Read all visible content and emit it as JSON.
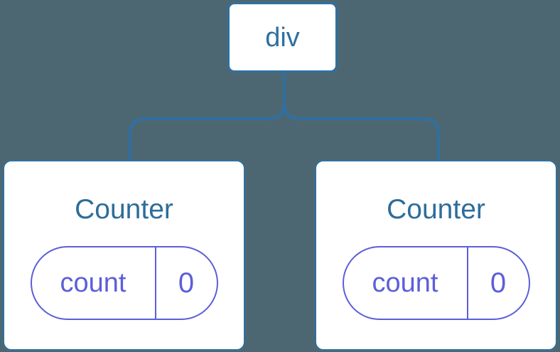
{
  "colors": {
    "background": "#4d6772",
    "node_blue": "#2f70a1",
    "title_blue": "#2d6d9b",
    "state_purple": "#5c5fd8",
    "node_fill": "#ffffff"
  },
  "tree": {
    "root": {
      "label": "div"
    },
    "children": [
      {
        "title": "Counter",
        "state": {
          "key": "count",
          "value": "0"
        }
      },
      {
        "title": "Counter",
        "state": {
          "key": "count",
          "value": "0"
        }
      }
    ]
  }
}
